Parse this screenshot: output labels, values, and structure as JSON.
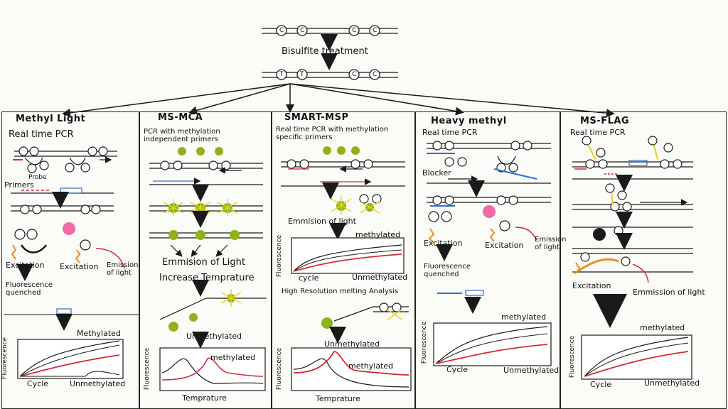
{
  "top": {
    "step_label": "Bisulfite treatment",
    "c_glyph": "C",
    "t_glyph": "T"
  },
  "panels": [
    {
      "title": "Methyl Light",
      "subtitle": "Real time PCR",
      "labels": {
        "probe": "Probe",
        "primers": "Primers",
        "excitation_a": "Excitation",
        "excitation_b": "Excitation",
        "emission": "Emission of light",
        "quenched": "Fluorescence quenched",
        "methylated": "Methylated",
        "unmethylated": "Unmethylated",
        "x_axis": "Cycle",
        "y_axis": "Fluorescence"
      }
    },
    {
      "title": "MS-MCA",
      "subtitle": "PCR with methylation independent primers",
      "labels": {
        "emission": "Emmision of Light",
        "increase": "Increase Temprature",
        "unmethylated": "Unmethylated",
        "methylated": "methylated",
        "x_axis": "Temprature",
        "y_axis": "Fluorescence"
      }
    },
    {
      "title": "SMART-MSP",
      "subtitle": "Real time PCR with methylation specific primers",
      "labels": {
        "emission": "Emmision of light",
        "methylated": "methylated",
        "unmethylated": "Unmethylated",
        "x_axis": "cycle",
        "y_axis": "Fluorescence",
        "hrm": "High Resolution melting Analysis",
        "unmethylated_2": "Unmethylated",
        "methylated_2": "methylated",
        "x_axis_2": "Temprature",
        "y_axis_2": "Fluorescence"
      }
    },
    {
      "title": "Heavy methyl",
      "subtitle": "Real time PCR",
      "labels": {
        "blocker": "Blocker",
        "excitation_a": "Excitation",
        "excitation_b": "Excitation",
        "emission": "Emission of light",
        "quenched": "Fluorescence quenched",
        "methylated": "methylated",
        "unmethylated": "Unmethylated",
        "x_axis": "Cycle",
        "y_axis": "Fluorescence"
      }
    },
    {
      "title": "MS-FLAG",
      "subtitle": "Real time PCR",
      "labels": {
        "excitation": "Excitation",
        "emission": "Emmission of light",
        "methylated": "methylated",
        "unmethylated": "Unmethylated",
        "x_axis": "Cycle",
        "y_axis": "Fluorescence"
      }
    }
  ],
  "colors": {
    "ink": "#1a1a1a",
    "red": "#d42a3a",
    "blue": "#2a6fd0",
    "green": "#8fb21a",
    "yellow": "#e8d41a",
    "orange": "#f08a1a",
    "pink": "#f06aa8",
    "purple": "#5a3aa0"
  }
}
